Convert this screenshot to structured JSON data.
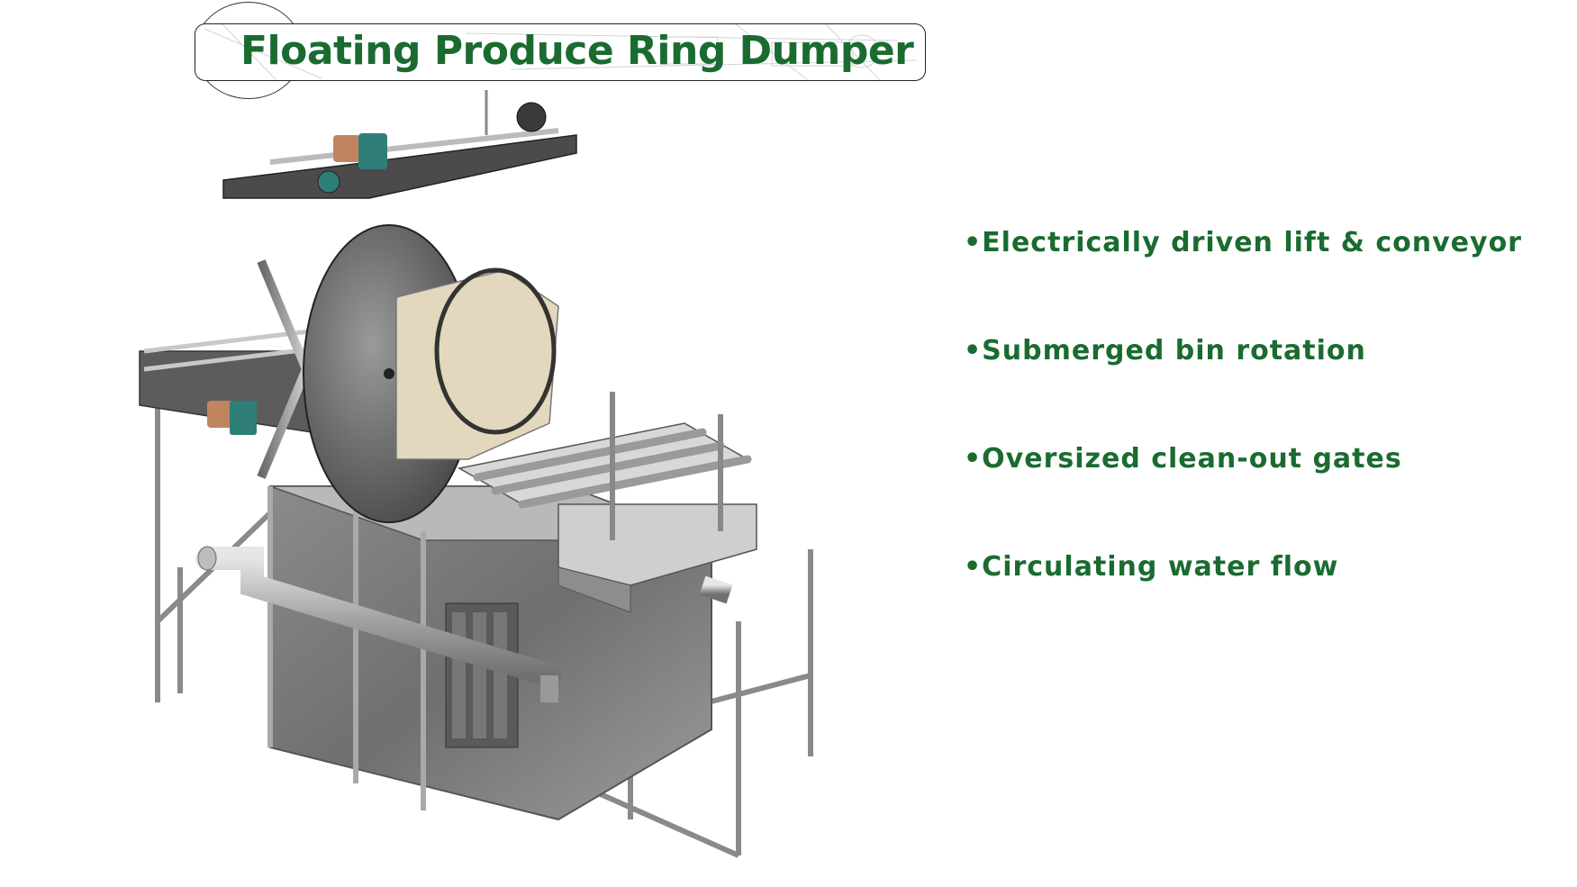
{
  "title": "Floating Produce Ring Dumper",
  "features": [
    "•Electrically driven lift & conveyor",
    "•Submerged bin rotation",
    "•Oversized  clean-out gates",
    "•Circulating water flow"
  ],
  "colors": {
    "brand_green": "#1a6b30",
    "steel": "#9a9a9a",
    "motor_teal": "#2f7f78",
    "motor_copper": "#c08560",
    "bin_cream": "#e3d8bd"
  }
}
